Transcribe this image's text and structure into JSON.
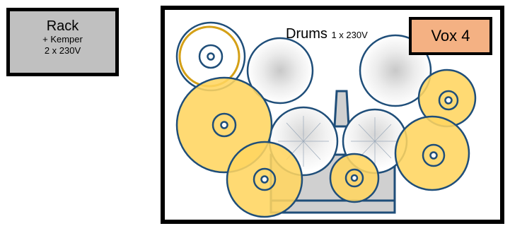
{
  "rack": {
    "title": "Rack",
    "line1": "+ Kemper",
    "line2": "2 x 230V"
  },
  "drums": {
    "title": "Drums",
    "power": "1 x 230V"
  },
  "monitor": {
    "label": "Vox 4"
  },
  "colors": {
    "cymbal_fill": "#ffd560",
    "drum_outline": "#1f4e79",
    "hardware_fill": "#d0d0d0",
    "hihat_outline": "#d4a017",
    "monitor_fill": "#f4b183",
    "rack_fill": "#c0c0c0"
  }
}
